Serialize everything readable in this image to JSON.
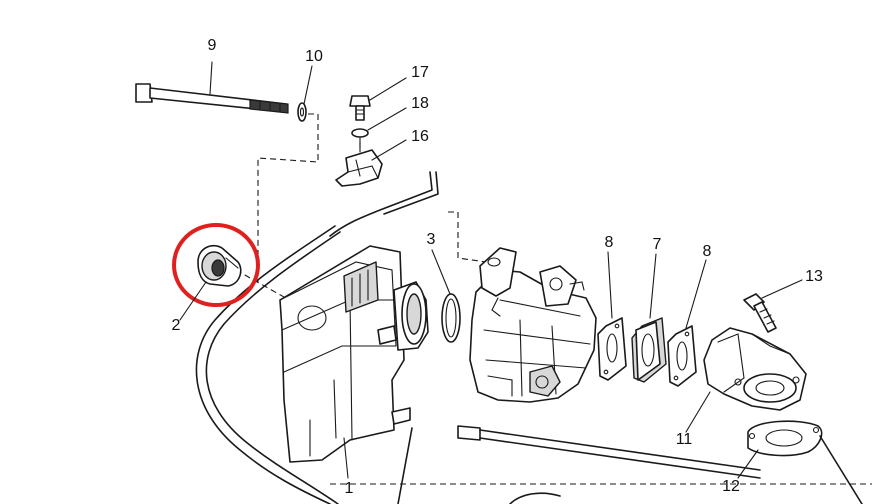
{
  "diagram": {
    "highlight_color": "#e0201f",
    "line_color": "#1a1a1a",
    "background": "#ffffff",
    "parts": [
      {
        "id": "p1",
        "number": "1"
      },
      {
        "id": "p2",
        "number": "2"
      },
      {
        "id": "p3",
        "number": "3"
      },
      {
        "id": "p7",
        "number": "7"
      },
      {
        "id": "p8a",
        "number": "8"
      },
      {
        "id": "p8b",
        "number": "8"
      },
      {
        "id": "p9",
        "number": "9"
      },
      {
        "id": "p10",
        "number": "10"
      },
      {
        "id": "p11",
        "number": "11"
      },
      {
        "id": "p12",
        "number": "12"
      },
      {
        "id": "p13",
        "number": "13"
      },
      {
        "id": "p16",
        "number": "16"
      },
      {
        "id": "p17",
        "number": "17"
      },
      {
        "id": "p18",
        "number": "18"
      }
    ]
  }
}
